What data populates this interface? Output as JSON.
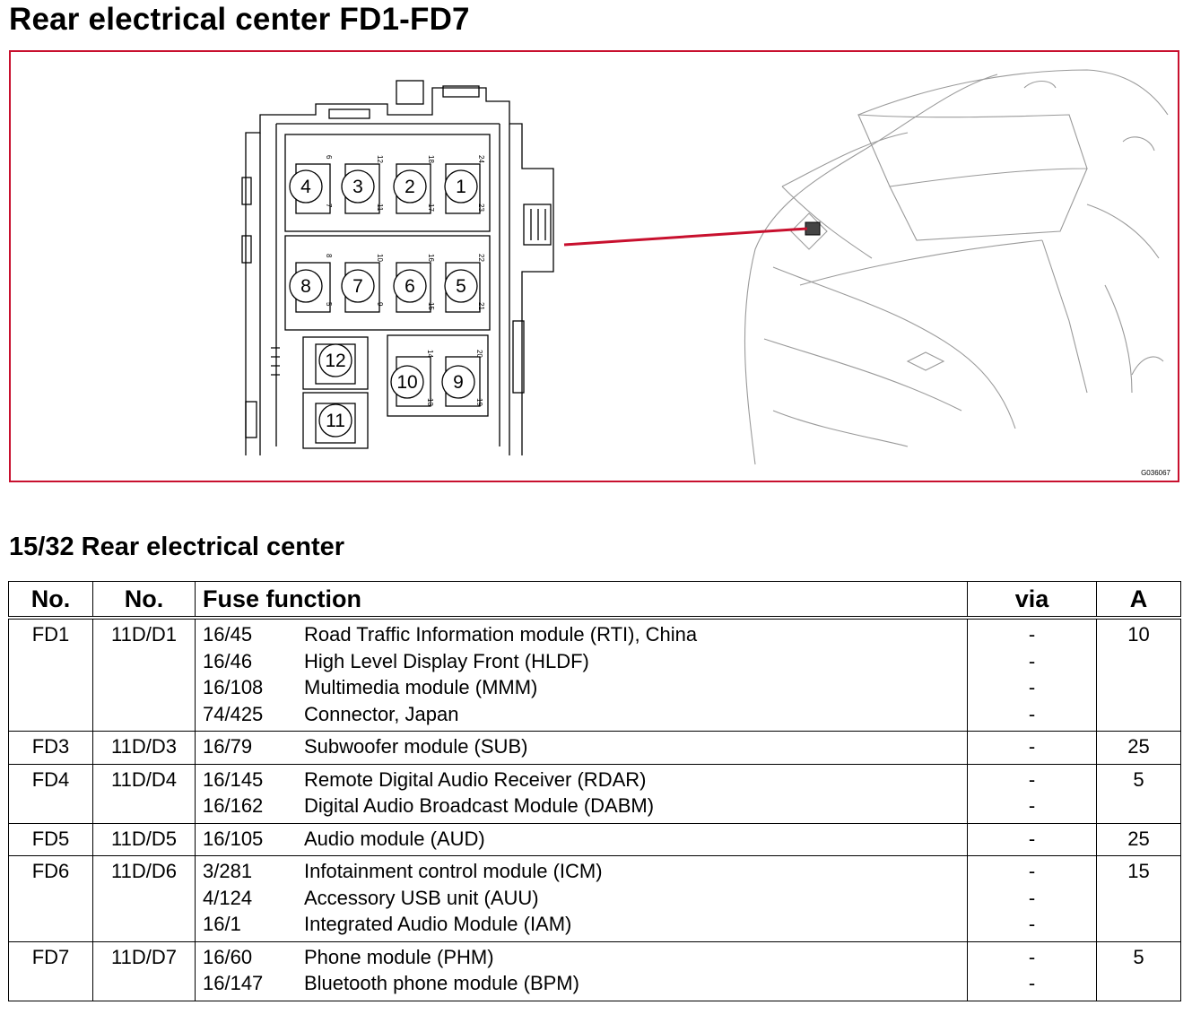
{
  "title": "Rear electrical center FD1-FD7",
  "figure": {
    "id": "G036067",
    "accent_color": "#c8102e",
    "fuse_labels": [
      "1",
      "2",
      "3",
      "4",
      "5",
      "6",
      "7",
      "8",
      "9",
      "10",
      "11",
      "12"
    ],
    "terminal_labels": [
      "24",
      "18",
      "12",
      "6",
      "23",
      "17",
      "11",
      "7",
      "22",
      "16",
      "10",
      "8",
      "21",
      "15",
      "9",
      "5",
      "20",
      "14",
      "19",
      "13"
    ]
  },
  "subtitle": "15/32 Rear electrical center",
  "table": {
    "headers": {
      "no": "No.",
      "no2": "No.",
      "function": "Fuse function",
      "via": "via",
      "a": "A"
    },
    "rows": [
      {
        "no": "FD1",
        "no2": "11D/D1",
        "a": "10",
        "lines": [
          {
            "code": "16/45",
            "desc": "Road Traffic Information module (RTI), China",
            "via": "-"
          },
          {
            "code": "16/46",
            "desc": "High Level Display Front (HLDF)",
            "via": "-"
          },
          {
            "code": "16/108",
            "desc": "Multimedia module (MMM)",
            "via": "-"
          },
          {
            "code": "74/425",
            "desc": "Connector, Japan",
            "via": "-"
          }
        ]
      },
      {
        "no": "FD3",
        "no2": "11D/D3",
        "a": "25",
        "lines": [
          {
            "code": "16/79",
            "desc": "Subwoofer module (SUB)",
            "via": "-"
          }
        ]
      },
      {
        "no": "FD4",
        "no2": "11D/D4",
        "a": "5",
        "lines": [
          {
            "code": "16/145",
            "desc": "Remote Digital Audio Receiver (RDAR)",
            "via": "-"
          },
          {
            "code": "16/162",
            "desc": "Digital Audio Broadcast Module (DABM)",
            "via": "-"
          }
        ]
      },
      {
        "no": "FD5",
        "no2": "11D/D5",
        "a": "25",
        "lines": [
          {
            "code": "16/105",
            "desc": "Audio module (AUD)",
            "via": "-"
          }
        ]
      },
      {
        "no": "FD6",
        "no2": "11D/D6",
        "a": "15",
        "lines": [
          {
            "code": "3/281",
            "desc": "Infotainment control module (ICM)",
            "via": "-"
          },
          {
            "code": "4/124",
            "desc": "Accessory USB unit (AUU)",
            "via": "-"
          },
          {
            "code": "16/1",
            "desc": "Integrated Audio Module (IAM)",
            "via": "-"
          }
        ]
      },
      {
        "no": "FD7",
        "no2": "11D/D7",
        "a": "5",
        "lines": [
          {
            "code": "16/60",
            "desc": "Phone module (PHM)",
            "via": "-"
          },
          {
            "code": "16/147",
            "desc": "Bluetooth phone module (BPM)",
            "via": "-"
          }
        ]
      }
    ]
  }
}
